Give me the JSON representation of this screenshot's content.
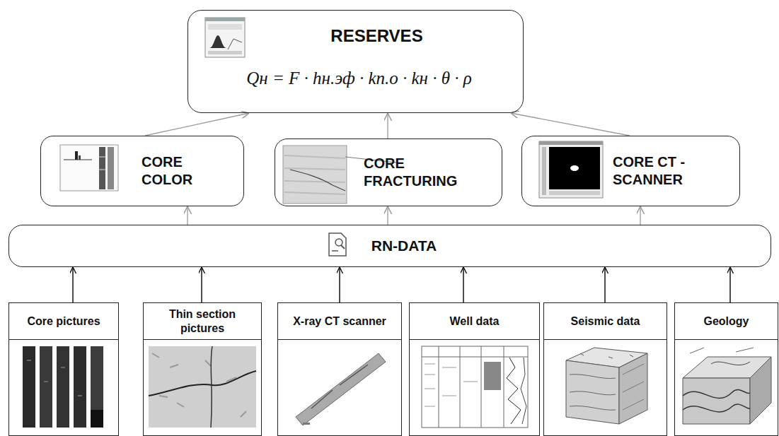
{
  "diagram": {
    "nodes": [
      {
        "text": [
          "RESERVES",
          "Qн = F · hн.эф · kп.о · kн · θ · ρ"
        ]
      },
      {
        "text": [
          "CORE COLOR"
        ]
      },
      {
        "text": [
          "CORE FRACTURING"
        ]
      },
      {
        "text": [
          "CORE CT - SCANNER"
        ]
      },
      {
        "text": [
          "RN-DATA"
        ]
      },
      {
        "text": [
          "Core pictures"
        ]
      },
      {
        "text": [
          "Thin section pictures"
        ]
      },
      {
        "text": [
          "X-ray CT scanner"
        ]
      },
      {
        "text": [
          "Well data"
        ]
      },
      {
        "text": [
          "Seismic data"
        ]
      },
      {
        "text": [
          "Geology"
        ]
      }
    ],
    "edges": [
      {
        "from": 1,
        "to": 0,
        "arrow": "to"
      },
      {
        "from": 2,
        "to": 0,
        "arrow": "to"
      },
      {
        "from": 3,
        "to": 0,
        "arrow": "to"
      },
      {
        "from": 4,
        "to": 1,
        "arrow": "to"
      },
      {
        "from": 4,
        "to": 2,
        "arrow": "to"
      },
      {
        "from": 4,
        "to": 3,
        "arrow": "to"
      },
      {
        "from": 5,
        "to": 4,
        "arrow": "to"
      },
      {
        "from": 6,
        "to": 4,
        "arrow": "to"
      },
      {
        "from": 7,
        "to": 4,
        "arrow": "to"
      },
      {
        "from": 8,
        "to": 4,
        "arrow": "to"
      },
      {
        "from": 9,
        "to": 4,
        "arrow": "to"
      },
      {
        "from": 10,
        "to": 4,
        "arrow": "to"
      }
    ]
  }
}
